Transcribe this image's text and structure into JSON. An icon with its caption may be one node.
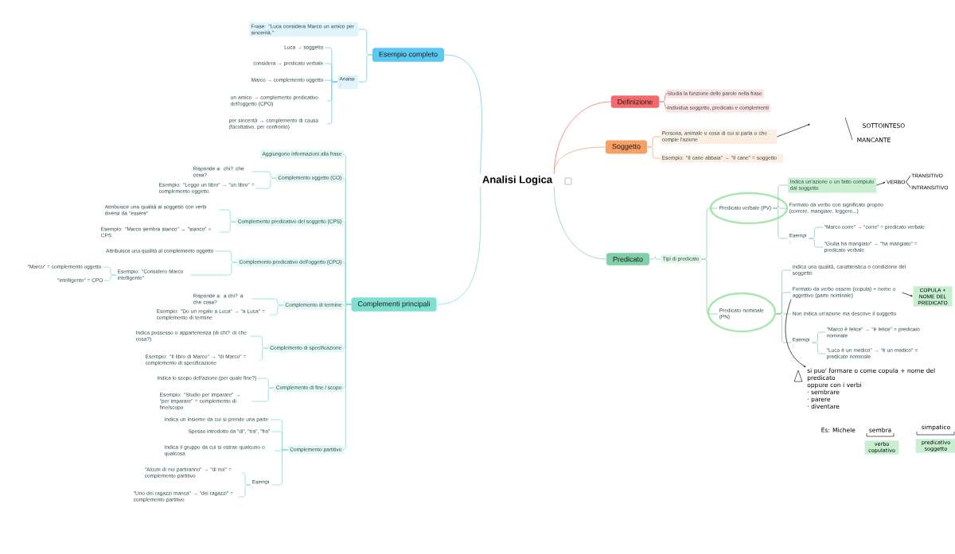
{
  "diagram": {
    "nodes": [
      {
        "text": [
          "Analisi Logica"
        ]
      },
      {
        "text": [
          "Esempio completo"
        ]
      },
      {
        "text": [
          "Frase: \"Luca considera Marco un amico per sincerità.\""
        ]
      },
      {
        "text": [
          "Analisi :"
        ]
      },
      {
        "text": [
          "Luca → soggetto"
        ]
      },
      {
        "text": [
          "considera → predicato verbale"
        ]
      },
      {
        "text": [
          "Marco → complemento oggetto"
        ]
      },
      {
        "text": [
          "un amico → complemento predicativo dell'oggetto (CPO)"
        ]
      },
      {
        "text": [
          "per sincerità → complemento di causa (facoltativo, per confronto)"
        ]
      },
      {
        "text": [
          "Complementi principali"
        ]
      },
      {
        "text": [
          "Aggiungono informazioni alla frase"
        ]
      },
      {
        "text": [
          "Complemento oggetto (CO)"
        ]
      },
      {
        "text": [
          "Risponde a: chi? che cosa?"
        ]
      },
      {
        "text": [
          "Esempio: \"Leggo un libro\" → \"un libro\" = complemento oggetto"
        ]
      },
      {
        "text": [
          "Complemento predicativo del soggetto (CPS)"
        ]
      },
      {
        "text": [
          "Attribuisce una qualità al soggetto con verbi diversi da \"essere\""
        ]
      },
      {
        "text": [
          "Esempio: \"Marco sembra stanco\" → \"stanco\" = CPS"
        ]
      },
      {
        "text": [
          "Complemento predicativo dell'oggetto (CPO)"
        ]
      },
      {
        "text": [
          "Attribuisce una qualità al complemento oggetto"
        ]
      },
      {
        "text": [
          "Esempio: \"Considero Marco intelligente\""
        ]
      },
      {
        "text": [
          "\"Marco\" = complemento oggetto"
        ]
      },
      {
        "text": [
          "\"intelligente\" = CPO"
        ]
      },
      {
        "text": [
          "Complemento di termine"
        ]
      },
      {
        "text": [
          "Risponde a: a chi? a che cosa?"
        ]
      },
      {
        "text": [
          "Esempio: \"Do un regalo a Luca\" → \"a Luca\" = complemento di termine"
        ]
      },
      {
        "text": [
          "Complemento di specificazione"
        ]
      },
      {
        "text": [
          "Indica possesso o appartenenza (di chi? di che cosa?)"
        ]
      },
      {
        "text": [
          "Esempio: \"Il libro di Marco\" → \"di Marco\" = complemento di specificazione"
        ]
      },
      {
        "text": [
          "Complemento di fine / scopo"
        ]
      },
      {
        "text": [
          "Indica lo scopo dell'azione (per quale fine?)"
        ]
      },
      {
        "text": [
          "Esempio: \"Studio per imparare\" → \"per imparare\" = complemento di fine/scopo"
        ]
      },
      {
        "text": [
          "Complemento partitivo"
        ]
      },
      {
        "text": [
          "Indica un insieme da cui si prende una parte"
        ]
      },
      {
        "text": [
          "Spesso introdotto da \"di\", \"tra\", \"fra\""
        ]
      },
      {
        "text": [
          "Indica il gruppo da cui si estrae qualcuno o qualcosa"
        ]
      },
      {
        "text": [
          "Esempi :"
        ]
      },
      {
        "text": [
          "\"Alcuni di noi partiranno\" → \"di noi\" = complemento partitivo"
        ]
      },
      {
        "text": [
          "\"Uno dei ragazzi manca\" → \"dei ragazzi\" = complemento partitivo"
        ]
      },
      {
        "text": [
          "Definizione"
        ]
      },
      {
        "text": [
          "Studia la funzione delle parole nella frase"
        ]
      },
      {
        "text": [
          "Individua soggetto, predicato e complementi"
        ]
      },
      {
        "text": [
          "Soggetto"
        ]
      },
      {
        "text": [
          "Persona, animale o cosa di cui si parla o che compie l'azione"
        ]
      },
      {
        "text": [
          "Esempio: \"Il cane abbaia\" → \"Il cane\" = soggetto"
        ]
      },
      {
        "text": [
          "Predicato"
        ]
      },
      {
        "text": [
          "Tipi di predicato"
        ]
      },
      {
        "text": [
          "Predicato verbale (PV)"
        ]
      },
      {
        "text": [
          "Indica un'azione o un fatto compiuto dal soggetto"
        ]
      },
      {
        "text": [
          "Formato da verbo con significato proprio (correre, mangiare, leggere...)"
        ]
      },
      {
        "text": [
          "Esempi :"
        ]
      },
      {
        "text": [
          "\"Marco corre\" → \"corre\" = predicato verbale"
        ]
      },
      {
        "text": [
          "\"Giulia ha mangiato\" → \"ha mangiato\" = predicato verbale"
        ]
      },
      {
        "text": [
          "Predicato nominale (PN)"
        ]
      },
      {
        "text": [
          "Indica una qualità, caratteristica o condizione del soggetto"
        ]
      },
      {
        "text": [
          "Formato da verbo essere (copula) + nome o aggettivo (parte nominale)"
        ]
      },
      {
        "text": [
          "Non indica un'azione ma descrive il soggetto"
        ]
      },
      {
        "text": [
          "Esempi :"
        ]
      },
      {
        "text": [
          "\"Marco è felice\" → \"è felice\" = predicato nominale"
        ]
      },
      {
        "text": [
          "\"Luca è un medico\" → \"è un medico\" = predicato nominale"
        ]
      },
      {
        "text": [
          "VERBO"
        ]
      },
      {
        "text": [
          "TRANSITIVO"
        ]
      },
      {
        "text": [
          "INTRANSITIVO"
        ]
      },
      {
        "text": [
          "COPULA + NOME DEL PREDICATO"
        ]
      },
      {
        "text": [
          "si puo' formare o come copula + nome del predicato",
          "oppure con i verbi",
          "· sembrare",
          "· parere",
          "· diventare"
        ]
      }
    ],
    "edges": [
      {
        "from": 0,
        "to": 1,
        "arrow": "none",
        "color": "#6fcdea"
      },
      {
        "from": 1,
        "to": 2,
        "arrow": "none",
        "color": "#6fcdea"
      },
      {
        "from": 1,
        "to": 3,
        "arrow": "none",
        "color": "#6fcdea"
      },
      {
        "from": 3,
        "to": 4,
        "arrow": "none",
        "color": "#6fcdea"
      },
      {
        "from": 3,
        "to": 5,
        "arrow": "none",
        "color": "#6fcdea"
      },
      {
        "from": 3,
        "to": 6,
        "arrow": "none",
        "color": "#6fcdea"
      },
      {
        "from": 3,
        "to": 7,
        "arrow": "none",
        "color": "#6fcdea"
      },
      {
        "from": 3,
        "to": 8,
        "arrow": "none",
        "color": "#6fcdea"
      },
      {
        "from": 0,
        "to": 9,
        "arrow": "none"
      },
      {
        "from": 9,
        "to": 10,
        "arrow": "none"
      },
      {
        "from": 9,
        "to": 11,
        "arrow": "none"
      },
      {
        "from": 9,
        "to": 14,
        "arrow": "none"
      },
      {
        "from": 9,
        "to": 17,
        "arrow": "none"
      },
      {
        "from": 9,
        "to": 22,
        "arrow": "none"
      },
      {
        "from": 9,
        "to": 25,
        "arrow": "none"
      },
      {
        "from": 9,
        "to": 28,
        "arrow": "none"
      },
      {
        "from": 9,
        "to": 31,
        "arrow": "none"
      },
      {
        "from": 11,
        "to": 12,
        "arrow": "none"
      },
      {
        "from": 11,
        "to": 13,
        "arrow": "none"
      },
      {
        "from": 14,
        "to": 15,
        "arrow": "none"
      },
      {
        "from": 14,
        "to": 16,
        "arrow": "none"
      },
      {
        "from": 17,
        "to": 18,
        "arrow": "none"
      },
      {
        "from": 17,
        "to": 19,
        "arrow": "none"
      },
      {
        "from": 19,
        "to": 20,
        "arrow": "none"
      },
      {
        "from": 19,
        "to": 21,
        "arrow": "none"
      },
      {
        "from": 22,
        "to": 23,
        "arrow": "none"
      },
      {
        "from": 22,
        "to": 24,
        "arrow": "none"
      },
      {
        "from": 25,
        "to": 26,
        "arrow": "none"
      },
      {
        "from": 25,
        "to": 27,
        "arrow": "none"
      },
      {
        "from": 28,
        "to": 29,
        "arrow": "none"
      },
      {
        "from": 28,
        "to": 30,
        "arrow": "none"
      },
      {
        "from": 31,
        "to": 32,
        "arrow": "none"
      },
      {
        "from": 31,
        "to": 33,
        "arrow": "none"
      },
      {
        "from": 31,
        "to": 34,
        "arrow": "none"
      },
      {
        "from": 31,
        "to": 35,
        "arrow": "none"
      },
      {
        "from": 35,
        "to": 36,
        "arrow": "none"
      },
      {
        "from": 35,
        "to": 37,
        "arrow": "none"
      },
      {
        "from": 0,
        "to": 38,
        "arrow": "none",
        "color": "#f07575"
      },
      {
        "from": 38,
        "to": 39,
        "arrow": "none",
        "color": "#f07575"
      },
      {
        "from": 38,
        "to": 40,
        "arrow": "none",
        "color": "#f07575"
      },
      {
        "from": 0,
        "to": 41,
        "arrow": "none",
        "color": "#f4a56c"
      },
      {
        "from": 41,
        "to": 42,
        "arrow": "none",
        "color": "#f4a56c"
      },
      {
        "from": 41,
        "to": 43,
        "arrow": "none",
        "color": "#f4a56c"
      },
      {
        "from": 0,
        "to": 44,
        "arrow": "none",
        "color": "#8ccfa8"
      },
      {
        "from": 44,
        "to": 45,
        "arrow": "none",
        "color": "#8ccfa8"
      },
      {
        "from": 45,
        "to": 46,
        "arrow": "none",
        "color": "#8ccfa8"
      },
      {
        "from": 45,
        "to": 52,
        "arrow": "none",
        "color": "#8ccfa8"
      },
      {
        "from": 46,
        "to": 47,
        "arrow": "none",
        "color": "#8ccfa8"
      },
      {
        "from": 46,
        "to": 48,
        "arrow": "none",
        "color": "#8ccfa8"
      },
      {
        "from": 46,
        "to": 49,
        "arrow": "none",
        "color": "#8ccfa8"
      },
      {
        "from": 49,
        "to": 50,
        "arrow": "none",
        "color": "#8ccfa8"
      },
      {
        "from": 49,
        "to": 51,
        "arrow": "none",
        "color": "#8ccfa8"
      },
      {
        "from": 52,
        "to": 53,
        "arrow": "none",
        "color": "#8ccfa8"
      },
      {
        "from": 52,
        "to": 54,
        "arrow": "none",
        "color": "#8ccfa8"
      },
      {
        "from": 52,
        "to": 55,
        "arrow": "none",
        "color": "#8ccfa8"
      },
      {
        "from": 52,
        "to": 56,
        "arrow": "none",
        "color": "#8ccfa8"
      },
      {
        "from": 56,
        "to": 57,
        "arrow": "none",
        "color": "#8ccfa8"
      },
      {
        "from": 56,
        "to": 58,
        "arrow": "none",
        "color": "#8ccfa8"
      },
      {
        "from": 47,
        "to": 59,
        "arrow": "to",
        "color": "#222222"
      },
      {
        "from": 59,
        "to": 60,
        "arrow": "none",
        "color": "#222222"
      },
      {
        "from": 59,
        "to": 61,
        "arrow": "none",
        "color": "#222222"
      },
      {
        "from": 54,
        "to": 62,
        "arrow": "to",
        "color": "#222222"
      },
      {
        "from": 54,
        "to": 63,
        "arrow": "to",
        "color": "#222222"
      },
      {
        "from": 42,
        "to": null,
        "arrow": "to",
        "color": "#222222"
      }
    ],
    "labels": [
      "Es: Michele",
      "sembra",
      "simpatico",
      "verbo copulativo",
      "predicativo soggetto",
      "SOTTOINTESO",
      "MANCANTE"
    ]
  }
}
